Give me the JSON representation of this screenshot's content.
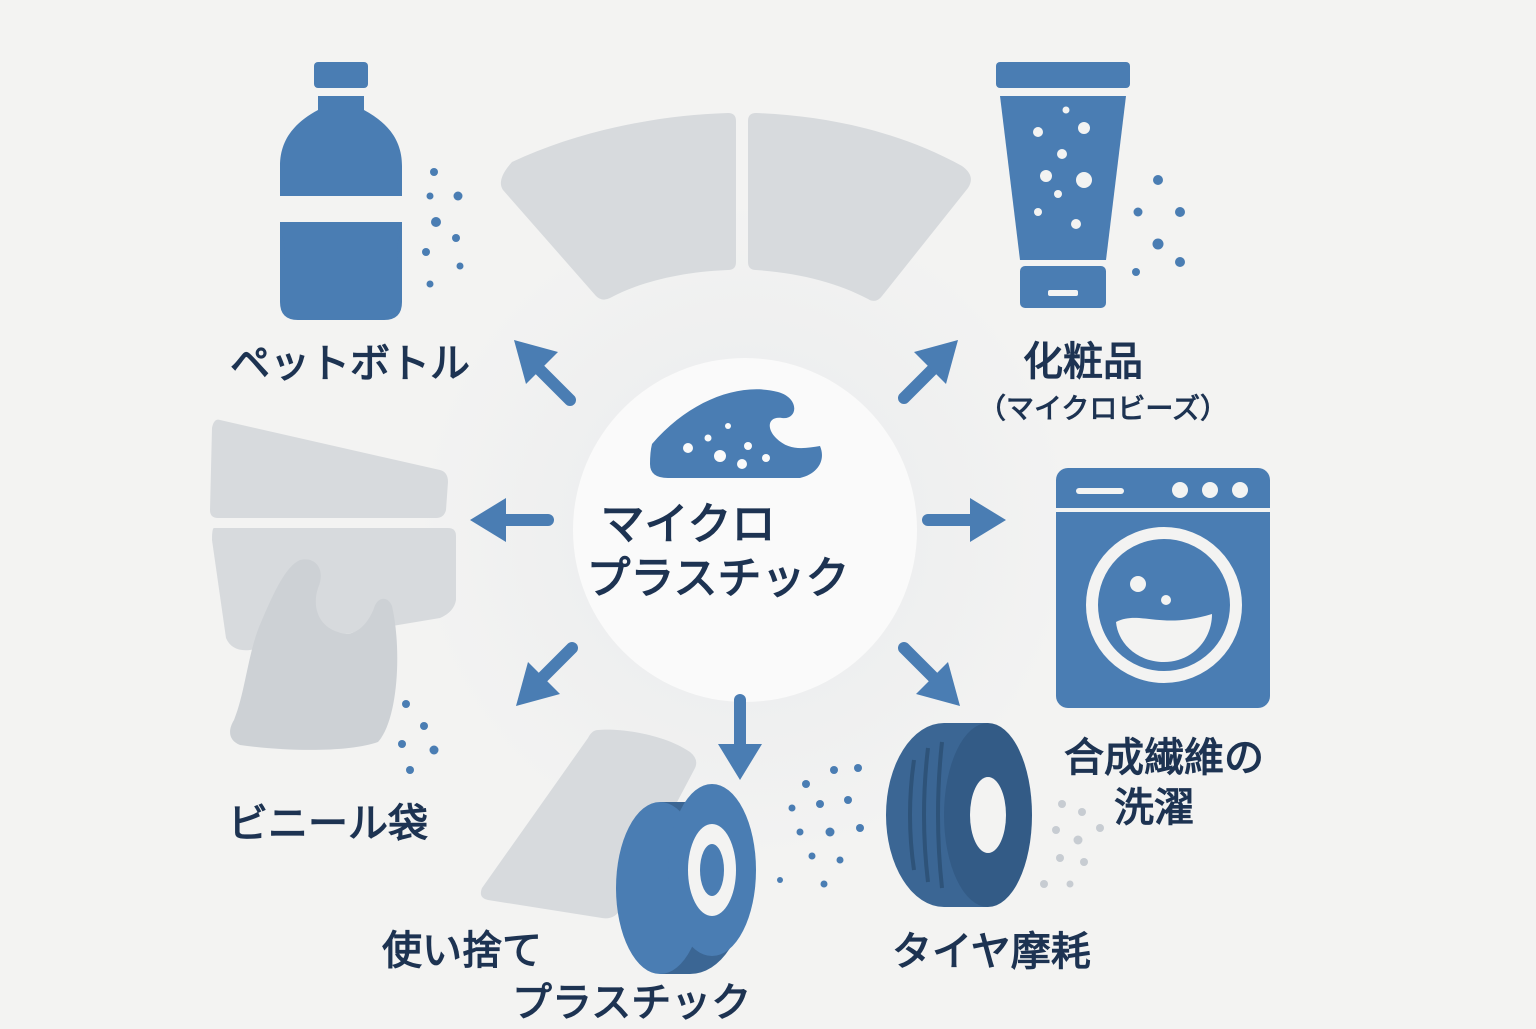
{
  "center": {
    "lines": [
      "マイクロ",
      "プラスチック"
    ]
  },
  "sources": {
    "bottle": {
      "label": "ペットボトル"
    },
    "cosmetics": {
      "label": "化粧品",
      "sublabel": "（マイクロビーズ）"
    },
    "bag": {
      "label": "ビニール袋"
    },
    "fiber": {
      "lines": [
        "合成繊維の",
        "洗濯"
      ]
    },
    "tire": {
      "label": "タイヤ摩耗"
    },
    "disposable": {
      "lines": [
        "使い捨て",
        "プラスチック"
      ]
    }
  },
  "icons": {
    "center": "wave-icon",
    "bottle": "bottle-icon",
    "cosmetics": "cosmetic-tube-icon",
    "washer": "washing-machine-icon",
    "tire": "tire-icon",
    "disposable": "tape-roll-icon",
    "bag": "plastic-bag-icon"
  },
  "colors": {
    "background": "#f3f3f2",
    "primary": "#4a7db3",
    "dark": "#1d3352",
    "tire": "#3b6694",
    "segment": "#d7dadd",
    "particle_light": "#c7ccd2"
  }
}
